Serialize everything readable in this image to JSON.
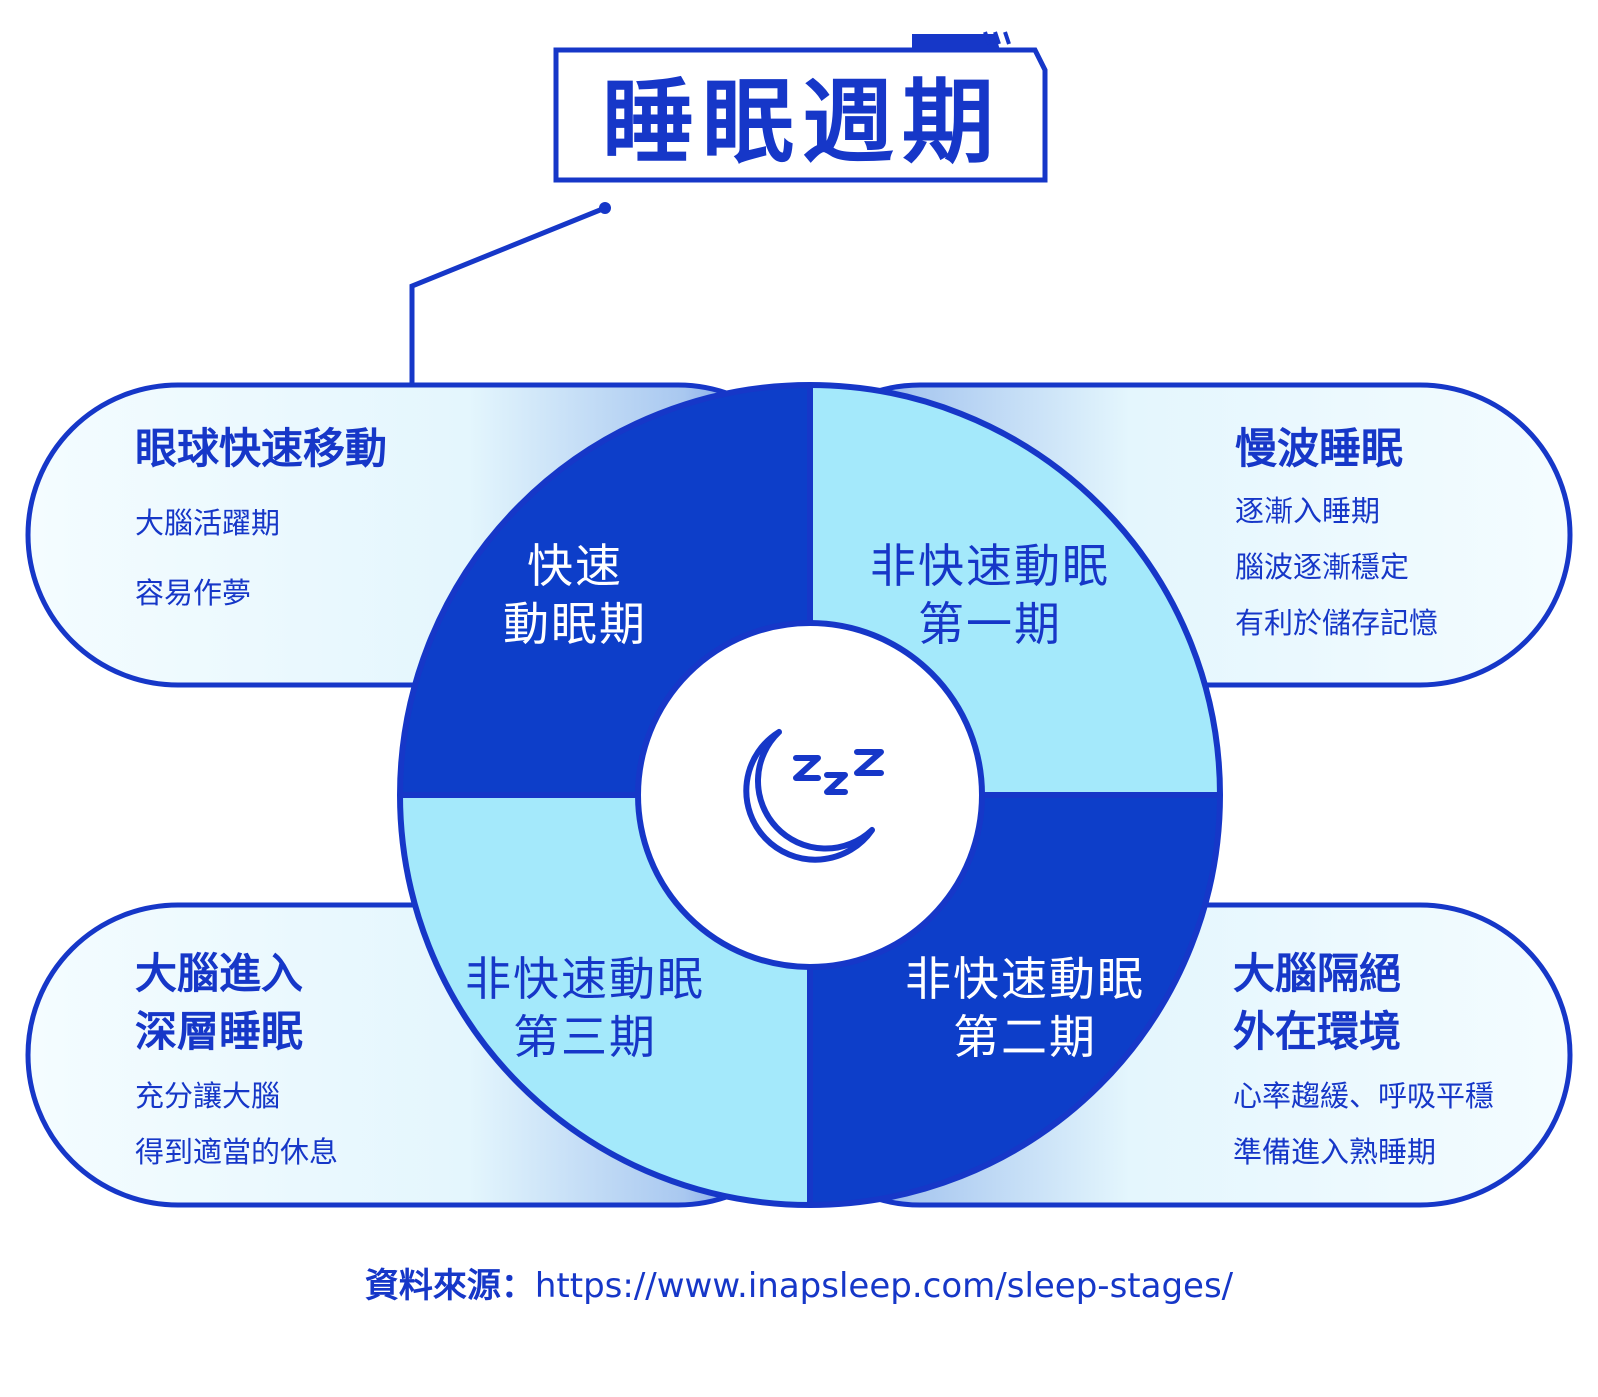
{
  "title": "睡眠週期",
  "center_icon": "moon-zzz-icon",
  "colors": {
    "primary": "#1637c8",
    "dark_segment": "#0d3ec9",
    "light_segment": "#a4e9fb",
    "pill_fill": "#e9f8fe"
  },
  "cycle": {
    "rem": {
      "line1": "快速",
      "line2": "動眠期"
    },
    "nrem1": {
      "line1": "非快速動眠",
      "line2": "第一期"
    },
    "nrem2": {
      "line1": "非快速動眠",
      "line2": "第二期"
    },
    "nrem3": {
      "line1": "非快速動眠",
      "line2": "第三期"
    }
  },
  "panels": {
    "top_left": {
      "heading": "眼球快速移動",
      "lines": [
        "大腦活躍期",
        "容易作夢"
      ]
    },
    "top_right": {
      "heading": "慢波睡眠",
      "lines": [
        "逐漸入睡期",
        "腦波逐漸穩定",
        "有利於儲存記憶"
      ]
    },
    "bottom_left": {
      "heading_lines": [
        "大腦進入",
        "深層睡眠"
      ],
      "lines": [
        "充分讓大腦",
        "得到適當的休息"
      ]
    },
    "bottom_right": {
      "heading_lines": [
        "大腦隔絕",
        "外在環境"
      ],
      "lines": [
        "心率趨緩、呼吸平穩",
        "準備進入熟睡期"
      ]
    }
  },
  "source": {
    "label": "資料來源：",
    "url": "https://www.inapsleep.com/sleep-stages/"
  }
}
